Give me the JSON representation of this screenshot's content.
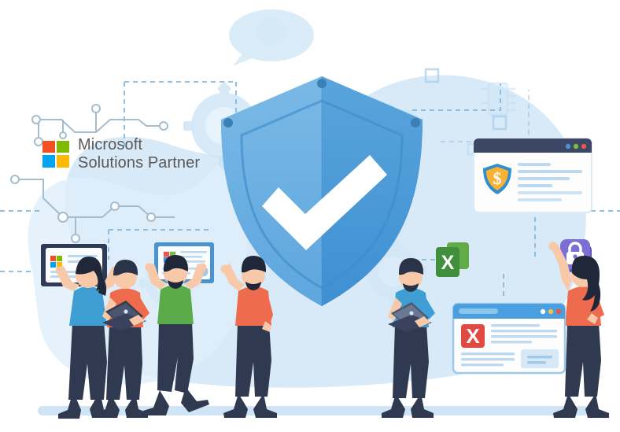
{
  "illustration": {
    "title": "Microsoft Solutions Partner security illustration",
    "background_color": "#ffffff",
    "blob_color": "#d6eaf8",
    "ground_color": "#cfe4f4"
  },
  "brand": {
    "logo_name": "microsoft-logo",
    "line1": "Microsoft",
    "line2": "Solutions Partner",
    "text_color": "#5c5c5c",
    "squares": [
      {
        "name": "square-red",
        "color": "#f25022"
      },
      {
        "name": "square-green",
        "color": "#7fba00"
      },
      {
        "name": "square-blue",
        "color": "#00a4ef"
      },
      {
        "name": "square-yellow",
        "color": "#ffb900"
      }
    ]
  },
  "shield": {
    "name": "security-shield",
    "light_face": "#6cb0e2",
    "dark_face": "#4a9bd8",
    "edge_color": "#3f8cc9",
    "rivet_color": "#3b7fb5",
    "check_color": "#ffffff",
    "check_label": "verified-checkmark"
  },
  "speech_bubble": {
    "name": "speech-bubble",
    "color": "#cfe6f7"
  },
  "browser_top": {
    "name": "browser-window-secure",
    "titlebar_color": "#3c4766",
    "body_color": "#fdfdfd",
    "badge": {
      "name": "dollar-shield-icon",
      "symbol": "$",
      "fill": "#f9b233",
      "ring": "#2f8fd0"
    },
    "dots": [
      {
        "name": "dot-blue",
        "color": "#4a90d9"
      },
      {
        "name": "dot-green",
        "color": "#7fba3b"
      },
      {
        "name": "dot-red",
        "color": "#e8574a"
      }
    ],
    "text_line_color": "#bcd9ef"
  },
  "browser_bottom": {
    "name": "browser-window-error",
    "titlebar_color": "#4a9fe0",
    "addressbar_color": "#8cc5ea",
    "body_color": "#fdfdfd",
    "badge": {
      "name": "error-x-icon",
      "symbol": "X",
      "fill": "#e04a42",
      "glyph": "#ffffff"
    },
    "dots": [
      {
        "name": "dot-white",
        "color": "#f5f7f8"
      },
      {
        "name": "dot-yellow",
        "color": "#f5c243"
      },
      {
        "name": "dot-red",
        "color": "#e8574a"
      }
    ],
    "text_line_color": "#bcd9ef",
    "panel_color": "#d7e9f7"
  },
  "excel_icon": {
    "name": "excel-file-icon",
    "symbol": "X",
    "back": "#63ab48",
    "front": "#3f8f3d",
    "glyph": "#ffffff"
  },
  "lock_icon": {
    "name": "padlock-icon",
    "tile": "#7b6fd4",
    "tile_shadow": "#5f53b5",
    "glyph": "#ffffff"
  },
  "certificate_left": {
    "name": "certificate-microsoft",
    "border_color": "#2f3b55",
    "paper_color": "#fbfcfd",
    "line_color": "#bcd9ef",
    "logo": "microsoft-logo-small"
  },
  "certificate_right": {
    "name": "certificate-partner",
    "border_color": "#4a93cf",
    "paper_color": "#fbfcfd",
    "line_color": "#bcd9ef",
    "seal_color": "#9fc9e8",
    "logo": "colorful-logo-small"
  },
  "people": [
    {
      "name": "person-woman-cheering-blue",
      "shirt": "#3f9fd4",
      "pants": "#2f3950",
      "hair": "#1f2739",
      "skin": "#f7c9a8",
      "pose": "arms-raised-holding-certificate"
    },
    {
      "name": "person-man-laptop-orange",
      "shirt": "#ef6b4e",
      "pants": "#2f3950",
      "hair": "#2a3347",
      "skin": "#f7c9a8",
      "pose": "holding-laptop",
      "device": "laptop-icon"
    },
    {
      "name": "person-man-cheering-green",
      "shirt": "#5cab4a",
      "pants": "#2f3950",
      "hair": "#1f2739",
      "skin": "#f7c9a8",
      "pose": "arms-raised-holding-certificate"
    },
    {
      "name": "person-man-waving-red",
      "shirt": "#ef6b4e",
      "pants": "#2f3950",
      "hair": "#1f2739",
      "skin": "#f7c9a8",
      "pose": "one-arm-raised"
    },
    {
      "name": "person-man-laptop-blue",
      "shirt": "#3f9fd4",
      "pants": "#2f3950",
      "hair": "#2a3347",
      "skin": "#f7c9a8",
      "pose": "holding-laptop",
      "device": "laptop-icon"
    },
    {
      "name": "person-woman-reaching-red",
      "shirt": "#ef6b4e",
      "pants": "#2f3950",
      "hair": "#1f2739",
      "skin": "#f7c9a8",
      "pose": "arm-raised-to-lock"
    }
  ],
  "decor": {
    "circuit_line_color": "#9fb4c4",
    "dashed_line_color": "#7fb5e0",
    "gear_color": "#c9e0f2",
    "cloud_color": "#c5dff2",
    "square_color": "#a8cfea",
    "chip_color": "#bcd9ef"
  }
}
